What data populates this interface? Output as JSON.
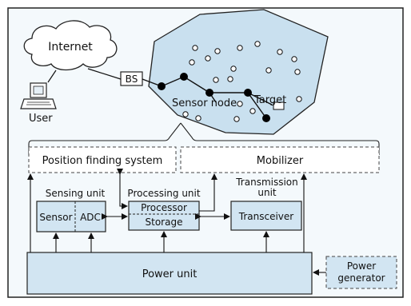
{
  "labels": {
    "internet": "Internet",
    "bs": "BS",
    "user": "User",
    "sensor_node": "Sensor node",
    "target": "Target",
    "position_finding_system": "Position finding system",
    "mobilizer": "Mobilizer",
    "sensing_unit": "Sensing unit",
    "processing_unit": "Processing unit",
    "transmission_unit_line1": "Transmission",
    "transmission_unit_line2": "unit",
    "sensor": "Sensor",
    "adc": "ADC",
    "processor": "Processor",
    "storage": "Storage",
    "transceiver": "Transceiver",
    "power_unit": "Power unit",
    "power_generator_line1": "Power",
    "power_generator_line2": "generator"
  },
  "colors": {
    "background_panel": "#f4f9fc",
    "sensor_field": "#c9e0ef",
    "unit_box": "#d2e5f2",
    "node_filled": "#000000",
    "node_hollow": "#ffffff",
    "stroke": "#111111"
  }
}
